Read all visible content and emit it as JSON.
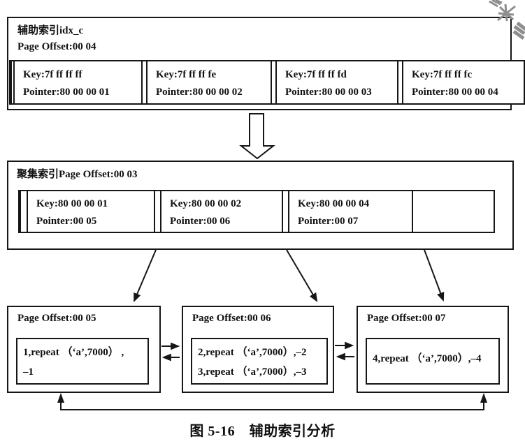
{
  "figure": {
    "caption": "图 5-16　辅助索引分析",
    "line_color": "#161616",
    "watermark_color": "#8e8e8e",
    "background": "#ffffff"
  },
  "secondary_index": {
    "title": "辅助索引idx_c",
    "page_offset": "Page Offset:00 04",
    "cells": [
      {
        "key": "Key:7f ff ff ff",
        "pointer": "Pointer:80 00 00 01"
      },
      {
        "key": "Key:7f ff ff fe",
        "pointer": "Pointer:80 00 00 02"
      },
      {
        "key": "Key:7f ff ff fd",
        "pointer": "Pointer:80 00 00 03"
      },
      {
        "key": "Key:7f ff ff fc",
        "pointer": "Pointer:80 00 00 04"
      }
    ]
  },
  "clustered_index": {
    "title": "聚集索引Page Offset:00 03",
    "cells": [
      {
        "key": "Key:80 00 00 01",
        "pointer": "Pointer:00 05"
      },
      {
        "key": "Key:80 00 00 02",
        "pointer": "Pointer:00 06"
      },
      {
        "key": "Key:80 00 00 04",
        "pointer": "Pointer:00 07"
      },
      {
        "key": "",
        "pointer": ""
      }
    ]
  },
  "data_pages": [
    {
      "page_offset": "Page Offset:00 05",
      "rows": [
        "1,repeat （‘a’,7000） ,",
        "–1"
      ]
    },
    {
      "page_offset": "Page Offset:00 06",
      "rows": [
        "2,repeat （‘a’,7000）,–2",
        "3,repeat （‘a’,7000）,–3"
      ]
    },
    {
      "page_offset": "Page Offset:00 07",
      "rows": [
        "4,repeat （‘a’,7000）,–4"
      ]
    }
  ]
}
